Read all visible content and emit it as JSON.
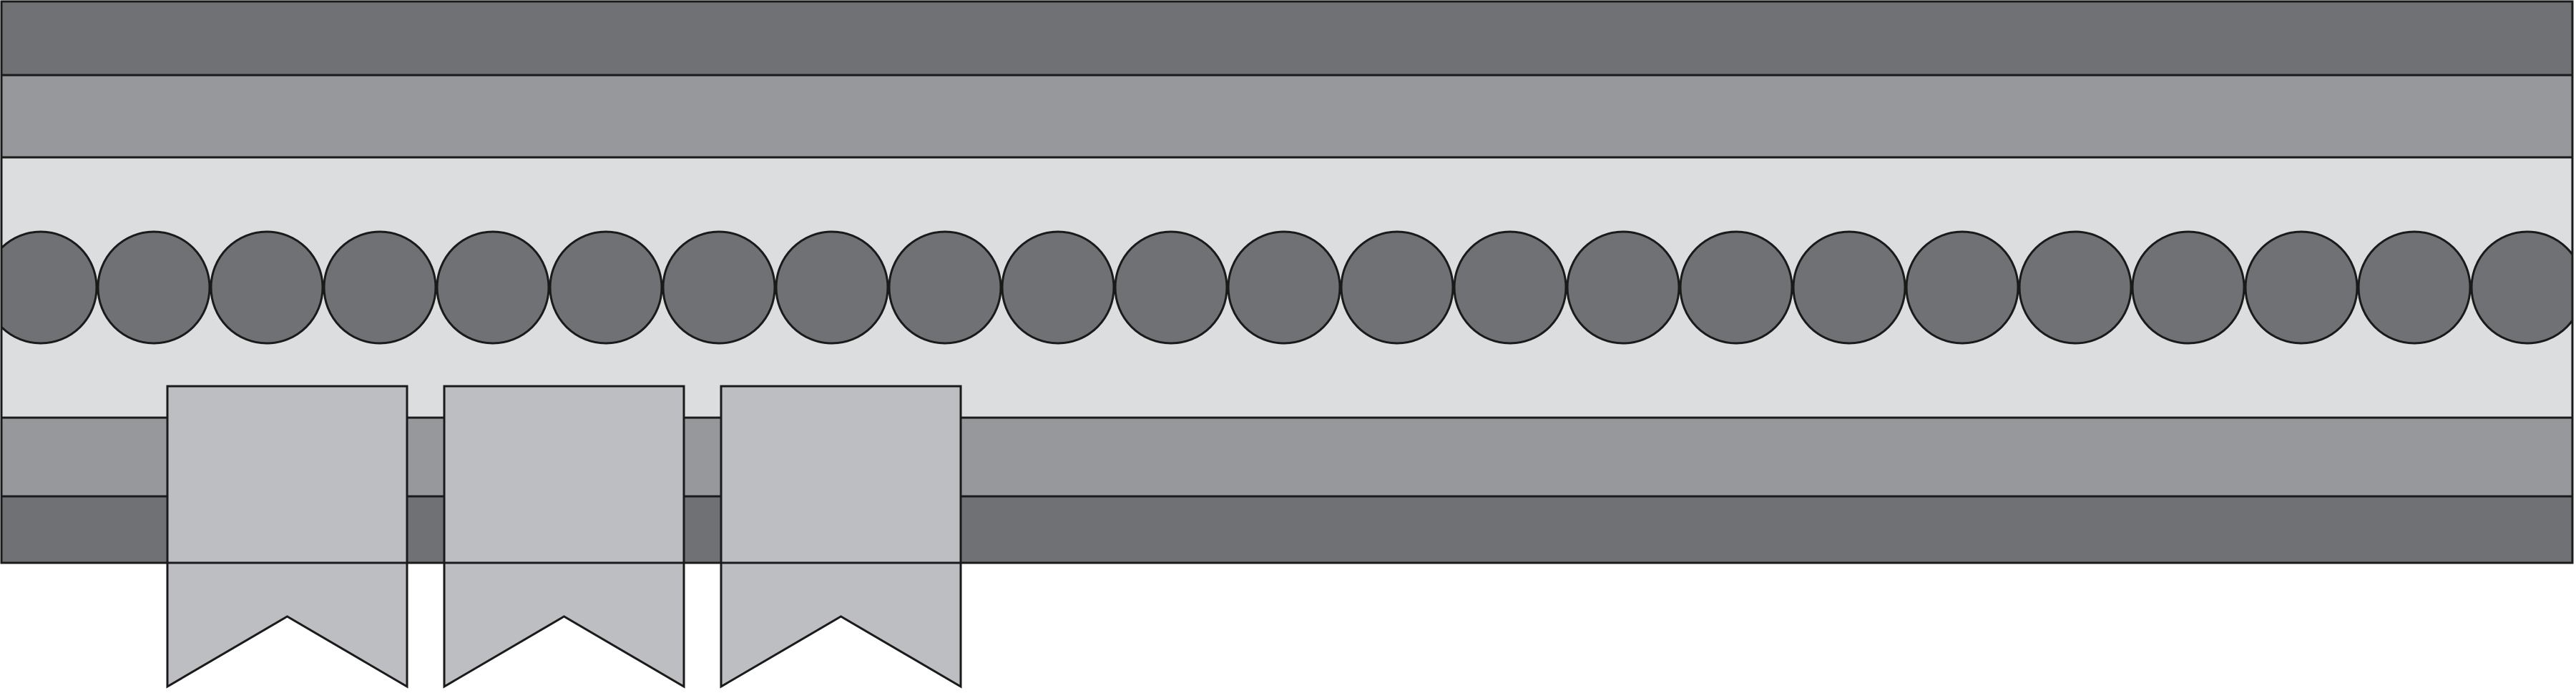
{
  "border_design": {
    "colors": {
      "dark_stripe": "#707174",
      "medium_stripe": "#97989c",
      "light_band": "#dcdddf",
      "circle_fill": "#707174",
      "pennant_fill": "#bdbec1",
      "outline": "#1a1a1a",
      "background": "#ffffff"
    },
    "stripes": [
      {
        "name": "top-dark-stripe",
        "tone": "dark_stripe"
      },
      {
        "name": "top-medium-stripe",
        "tone": "medium_stripe"
      },
      {
        "name": "center-light-band",
        "tone": "light_band"
      },
      {
        "name": "bottom-medium-stripe",
        "tone": "medium_stripe"
      },
      {
        "name": "bottom-dark-stripe",
        "tone": "dark_stripe"
      }
    ],
    "circle_count": 23,
    "pennant_count": 3
  }
}
